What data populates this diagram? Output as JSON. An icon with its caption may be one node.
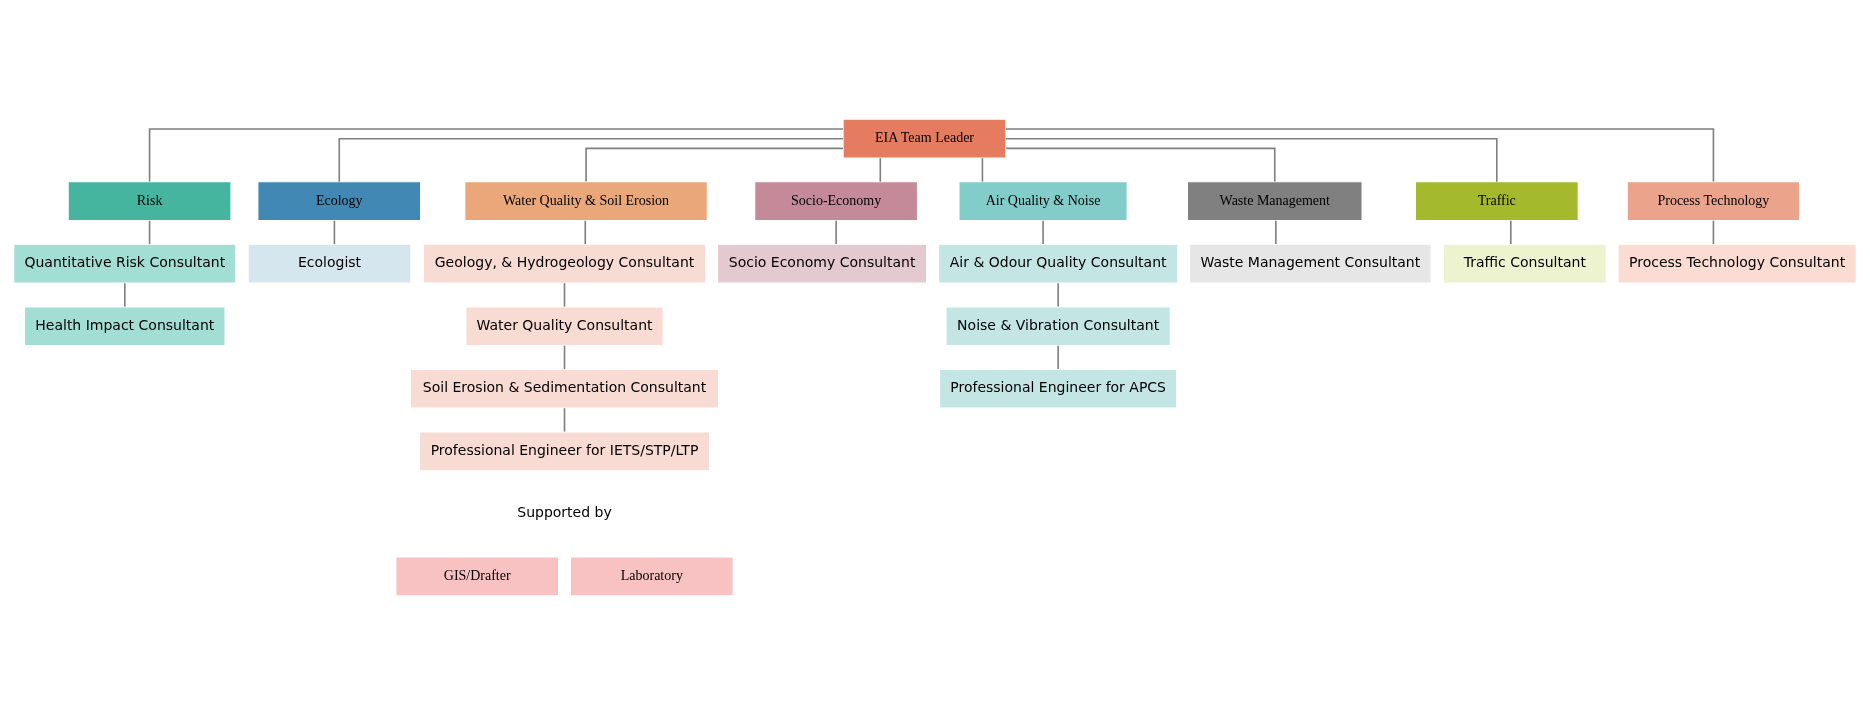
{
  "diagram": {
    "nodes": [
      {
        "text": [
          "EIA Team Leader"
        ]
      },
      {
        "text": [
          "Risk"
        ]
      },
      {
        "text": [
          "Quantitative Risk Consultant"
        ]
      },
      {
        "text": [
          "Health Impact Consultant"
        ]
      },
      {
        "text": [
          "Ecology"
        ]
      },
      {
        "text": [
          "Ecologist"
        ]
      },
      {
        "text": [
          "Water Quality & Soil Erosion"
        ]
      },
      {
        "text": [
          "Geology, & Hydrogeology Consultant"
        ]
      },
      {
        "text": [
          "Water Quality Consultant"
        ]
      },
      {
        "text": [
          "Soil Erosion & Sedimentation Consultant"
        ]
      },
      {
        "text": [
          "Professional Engineer for IETS/STP/LTP"
        ]
      },
      {
        "text": [
          "Socio-Economy"
        ]
      },
      {
        "text": [
          "Socio Economy Consultant"
        ]
      },
      {
        "text": [
          "Air Quality & Noise"
        ]
      },
      {
        "text": [
          "Air & Odour Quality Consultant"
        ]
      },
      {
        "text": [
          "Noise & Vibration Consultant"
        ]
      },
      {
        "text": [
          "Professional Engineer for APCS"
        ]
      },
      {
        "text": [
          "Waste Management"
        ]
      },
      {
        "text": [
          "Waste Management Consultant"
        ]
      },
      {
        "text": [
          "Traffic"
        ]
      },
      {
        "text": [
          "Traffic Consultant"
        ]
      },
      {
        "text": [
          "Process Technology"
        ]
      },
      {
        "text": [
          "Process Technology Consultant"
        ]
      },
      {
        "text": [
          "GIS/Drafter"
        ]
      },
      {
        "text": [
          "Laboratory"
        ]
      }
    ],
    "edges": [
      {
        "from": 0,
        "to": 1,
        "arrow": "none"
      },
      {
        "from": 0,
        "to": 4,
        "arrow": "none"
      },
      {
        "from": 0,
        "to": 6,
        "arrow": "none"
      },
      {
        "from": 0,
        "to": 11,
        "arrow": "none"
      },
      {
        "from": 0,
        "to": 13,
        "arrow": "none"
      },
      {
        "from": 0,
        "to": 17,
        "arrow": "none"
      },
      {
        "from": 0,
        "to": 19,
        "arrow": "none"
      },
      {
        "from": 0,
        "to": 21,
        "arrow": "none"
      },
      {
        "from": 1,
        "to": 2,
        "arrow": "none"
      },
      {
        "from": 2,
        "to": 3,
        "arrow": "none"
      },
      {
        "from": 4,
        "to": 5,
        "arrow": "none"
      },
      {
        "from": 6,
        "to": 7,
        "arrow": "none"
      },
      {
        "from": 7,
        "to": 8,
        "arrow": "none"
      },
      {
        "from": 8,
        "to": 9,
        "arrow": "none"
      },
      {
        "from": 9,
        "to": 10,
        "arrow": "none"
      },
      {
        "from": 11,
        "to": 12,
        "arrow": "none"
      },
      {
        "from": 13,
        "to": 14,
        "arrow": "none"
      },
      {
        "from": 14,
        "to": 15,
        "arrow": "none"
      },
      {
        "from": 15,
        "to": 16,
        "arrow": "none"
      },
      {
        "from": 17,
        "to": 18,
        "arrow": "none"
      },
      {
        "from": 19,
        "to": 20,
        "arrow": "none"
      },
      {
        "from": 21,
        "to": 22,
        "arrow": "none"
      }
    ],
    "labels": [
      "Supported by"
    ]
  }
}
